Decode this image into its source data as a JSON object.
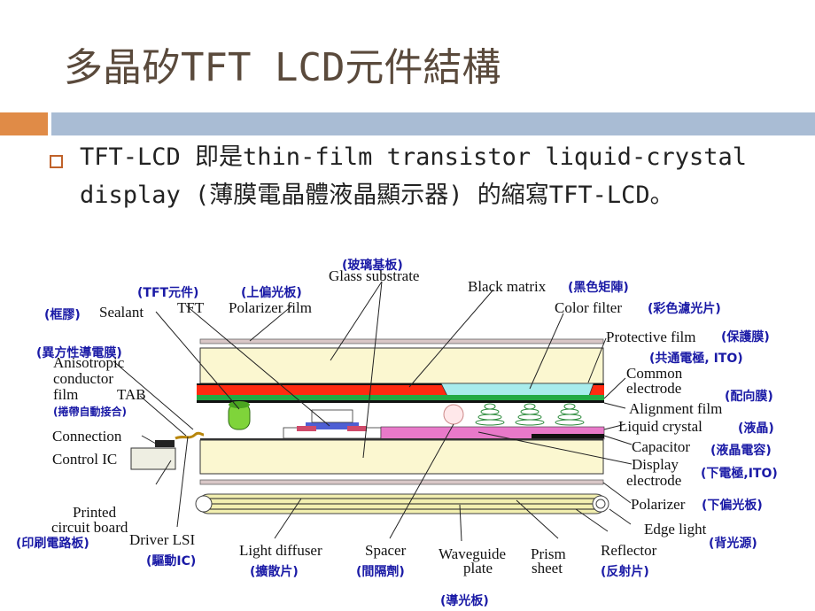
{
  "slide": {
    "title": "多晶矽TFT LCD元件結構",
    "bullet": "TFT-LCD 即是thin-film transistor liquid-crystal display (薄膜電晶體液晶顯示器) 的縮寫TFT-LCD。"
  },
  "diagram": {
    "labels_en": {
      "glass_substrate": "Glass substrate",
      "tft": "TFT",
      "polarizer_film": "Polarizer film",
      "sealant": "Sealant",
      "black_matrix": "Black matrix",
      "color_filter": "Color filter",
      "protective_film": "Protective film",
      "anisotropic_1": "Anisotropic",
      "anisotropic_2": "conductor",
      "anisotropic_3": "film",
      "tab": "TAB",
      "common_1": "Common",
      "common_2": "electrode",
      "alignment_film": "Alignment film",
      "liquid_crystal": "Liquid crystal",
      "connection": "Connection",
      "capacitor": "Capacitor",
      "control_ic": "Control IC",
      "display_1": "Display",
      "display_2": "electrode",
      "polarizer": "Polarizer",
      "printed_1": "Printed",
      "printed_2": "circuit board",
      "edge_light": "Edge light",
      "driver_lsi": "Driver LSI",
      "light_diffuser": "Light diffuser",
      "spacer": "Spacer",
      "waveguide_1": "Waveguide",
      "waveguide_2": "plate",
      "prism_1": "Prism",
      "prism_2": "sheet",
      "reflector": "Reflector"
    },
    "labels_zh": {
      "glass_substrate": "(玻璃基板)",
      "tft": "(TFT元件)",
      "polarizer_film": "(上偏光板)",
      "sealant": "(框膠)",
      "black_matrix": "(黑色矩陣)",
      "color_filter": "(彩色濾光片)",
      "protective_film": "(保護膜)",
      "common_electrode": "(共通電極, ITO)",
      "anisotropic": "(異方性導電膜)",
      "tab": "(捲帶自動接合)",
      "alignment_film": "(配向膜)",
      "liquid_crystal": "(液晶)",
      "capacitor": "(液晶電容)",
      "display_electrode": "(下電極,ITO)",
      "polarizer": "(下偏光板)",
      "edge_light": "(背光源)",
      "printed_circuit": "(印刷電路板)",
      "driver_lsi": "(驅動IC)",
      "light_diffuser": "(擴散片)",
      "spacer": "(間隔劑)",
      "waveguide": "(導光板)",
      "reflector": "(反射片)"
    },
    "colors": {
      "glass": "#fbf7d0",
      "color_filter_red": "#ff2a10",
      "green_layer": "#22aa44",
      "black_matrix": "#111111",
      "protective_film": "#a8ecec",
      "liquid_crystal": "#e879c9",
      "tft_blue": "#4e5fd4",
      "spacer_cylinder": "#7fd43a",
      "backlight": "#f2efb0",
      "annotation_zh": "#1a1aa6"
    }
  }
}
